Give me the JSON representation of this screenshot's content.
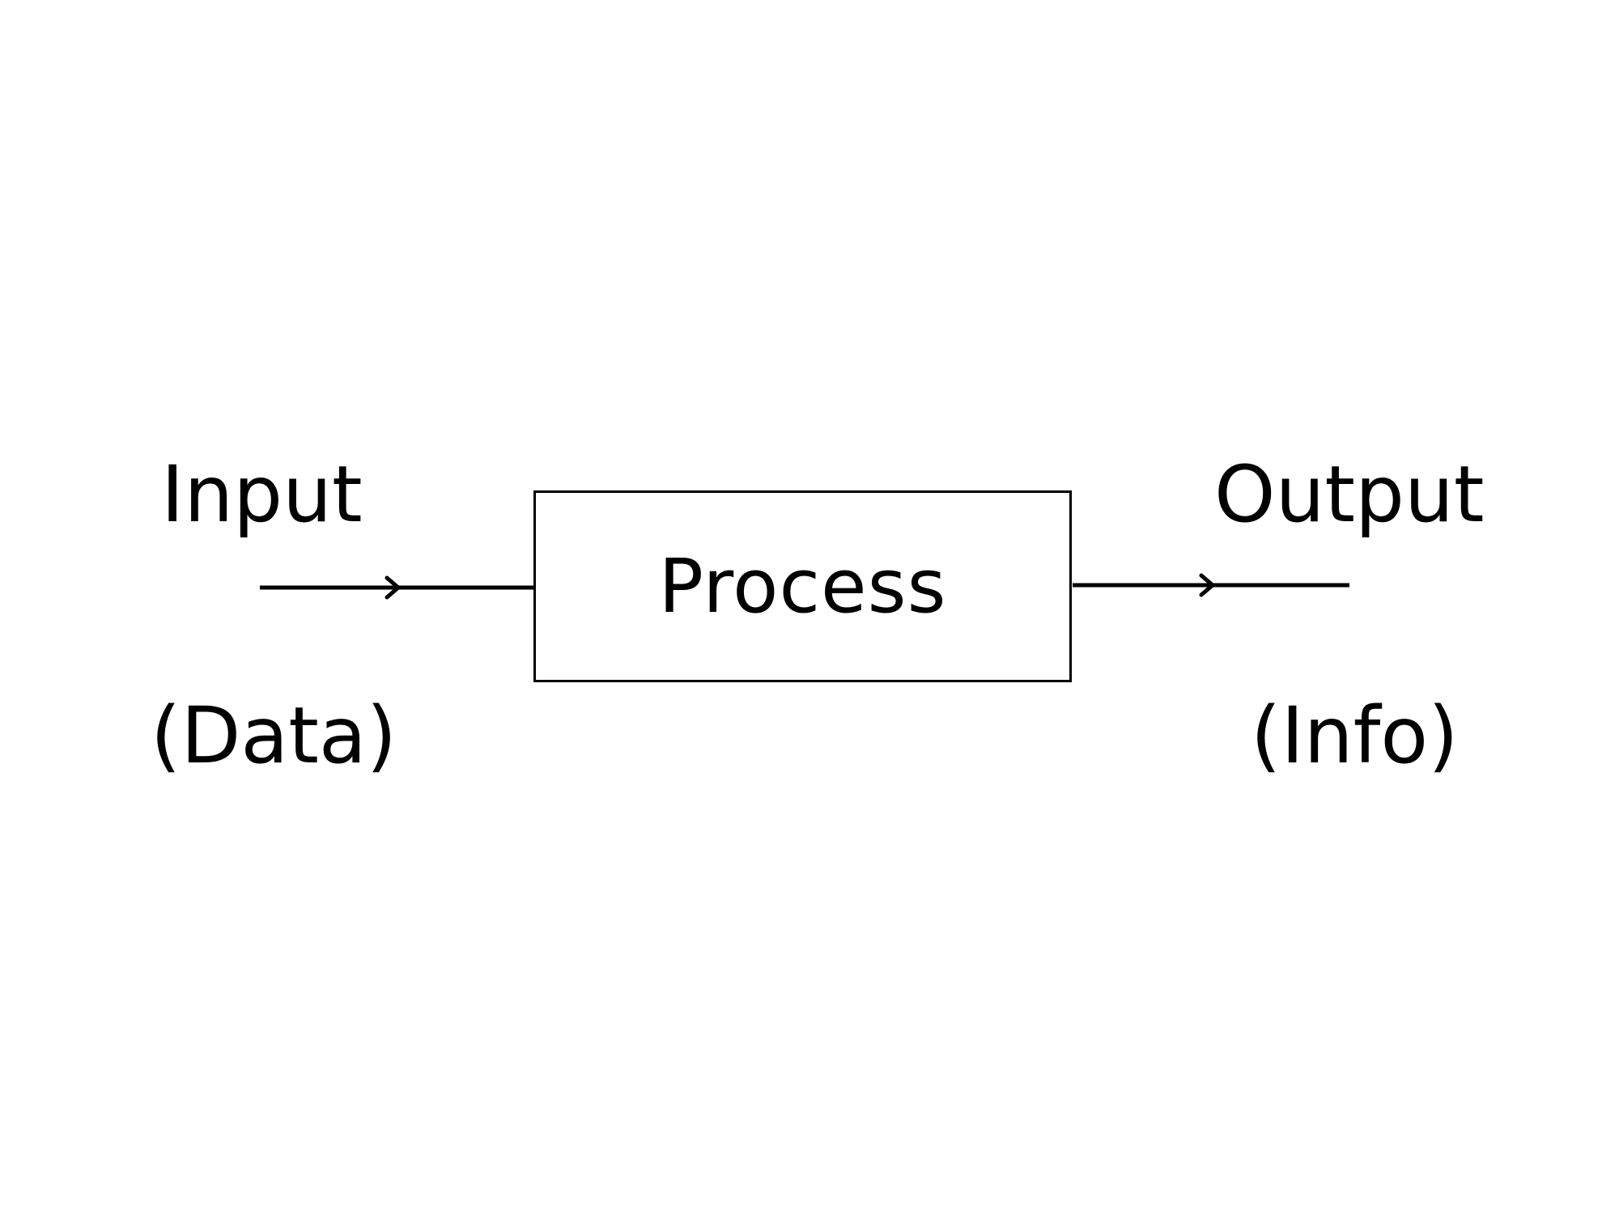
{
  "diagram": {
    "input_label": "Input",
    "input_sublabel": "(Data)",
    "process_label": "Process",
    "output_label": "Output",
    "output_sublabel": "(Info)"
  },
  "colors": {
    "background": "#ffffff",
    "stroke": "#000000",
    "text": "#000000"
  }
}
